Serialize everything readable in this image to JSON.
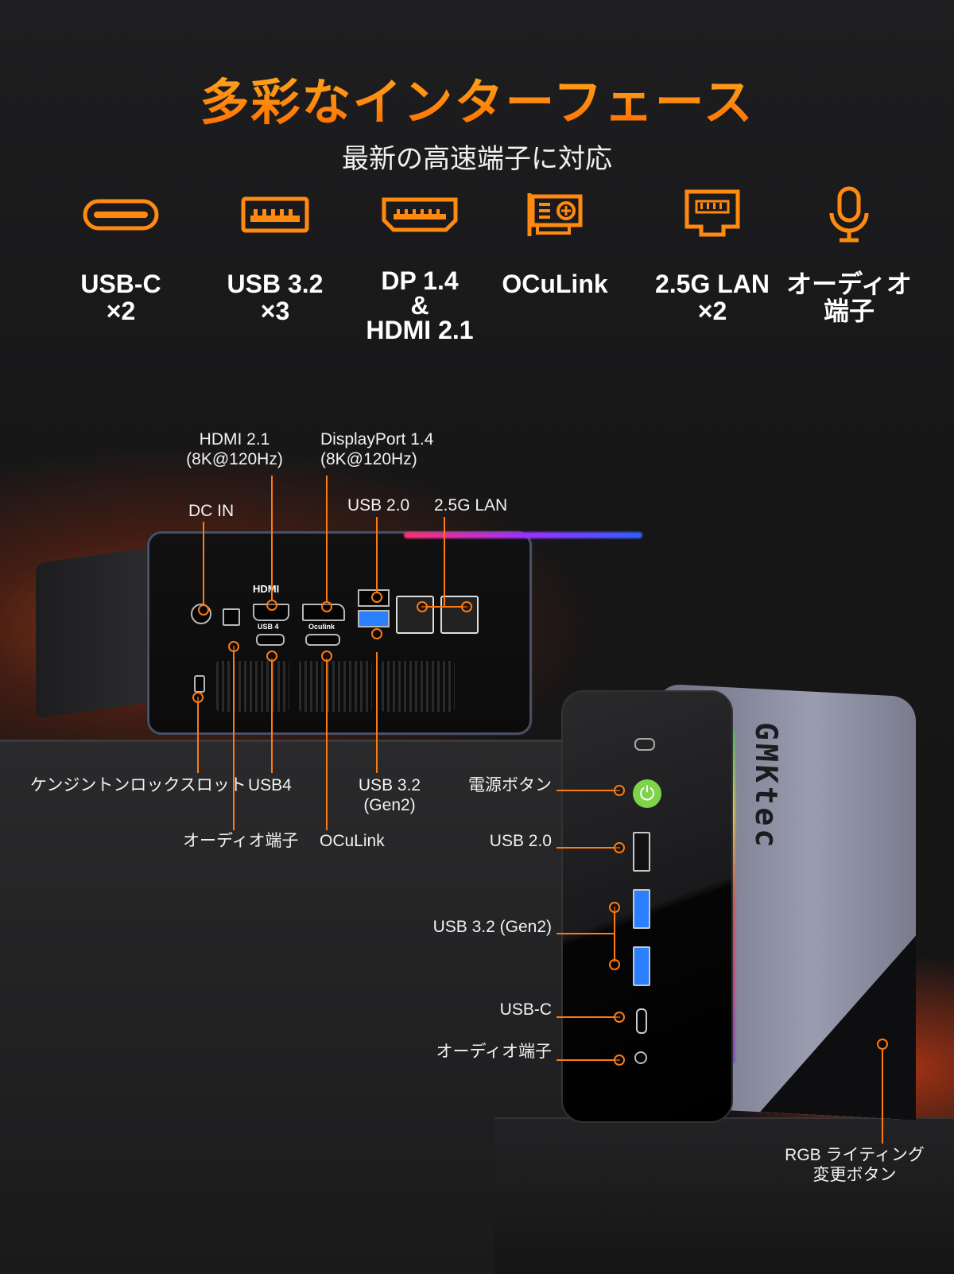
{
  "header": {
    "title": "多彩なインターフェース",
    "subtitle": "最新の高速端子に対応"
  },
  "features": [
    {
      "icon": "usb-c-icon",
      "line1": "USB-C",
      "line2": "×2"
    },
    {
      "icon": "usb-a-icon",
      "line1": "USB 3.2",
      "line2": "×3"
    },
    {
      "icon": "displayport-hdmi-icon",
      "line1": "DP 1.4",
      "line2": "&",
      "line3": "HDMI 2.1"
    },
    {
      "icon": "oculink-card-icon",
      "line1": "OCuLink"
    },
    {
      "icon": "ethernet-icon",
      "line1": "2.5G LAN",
      "line2": "×2"
    },
    {
      "icon": "microphone-icon",
      "line1": "オーディオ",
      "line2": "端子"
    }
  ],
  "back_callouts": {
    "hdmi": {
      "line1": "HDMI 2.1",
      "line2": "(8K@120Hz)"
    },
    "displayport": {
      "line1": "DisplayPort 1.4",
      "line2": "(8K@120Hz)"
    },
    "dc_in": "DC IN",
    "usb20": "USB 2.0",
    "lan": "2.5G LAN",
    "kensington": "ケンジントンロックスロット",
    "usb4": "USB4",
    "usb32": {
      "line1": "USB 3.2",
      "line2": "(Gen2)"
    },
    "audio": "オーディオ端子",
    "oculink": "OCuLink"
  },
  "back_port_labels": {
    "hdmi": "HDMI",
    "usb4": "USB 4",
    "oculink": "Oculink"
  },
  "front_callouts": {
    "power": "電源ボタン",
    "usb20": "USB 2.0",
    "usb32": "USB 3.2 (Gen2)",
    "usbc": "USB-C",
    "audio": "オーディオ端子",
    "rgb": {
      "line1": "RGB ライティング",
      "line2": "変更ボタン"
    }
  },
  "brand": {
    "logo": "GMKtec"
  },
  "colors": {
    "accent": "#ff7a10",
    "power": "#7fd34a",
    "usb3_blue": "#2a7fff"
  }
}
